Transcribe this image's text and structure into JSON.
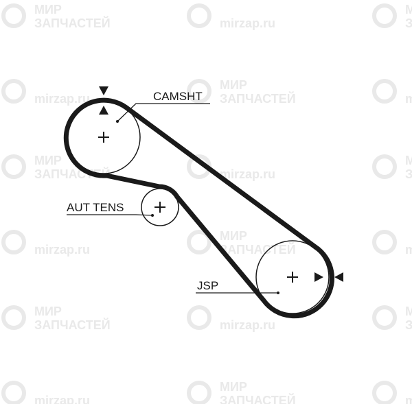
{
  "watermark": {
    "brand_line1": "МИР",
    "brand_line2": "ЗАПЧАСТЕЙ",
    "site": "mirzap.ru"
  },
  "labels": {
    "camshaft": "CAMSHT",
    "tensioner": "AUT TENS",
    "crankshaft": "JSP"
  },
  "colors": {
    "belt": "#1a1a1a",
    "watermark": "#e9e9e9"
  }
}
